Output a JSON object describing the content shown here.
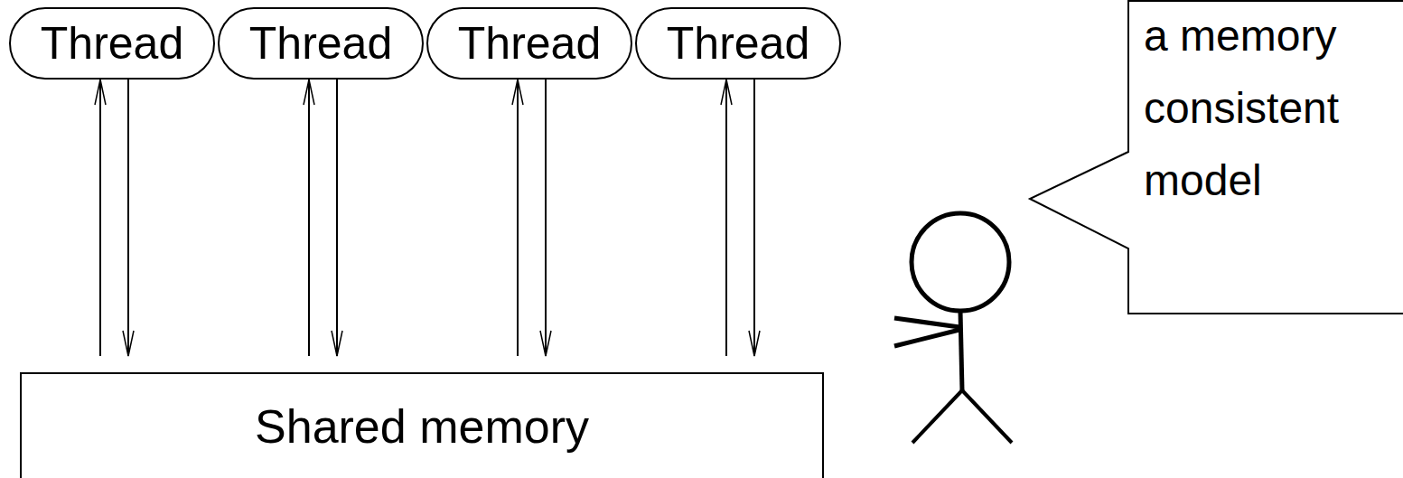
{
  "diagram": {
    "nodes": [
      {
        "text": [
          "Thread"
        ]
      },
      {
        "text": [
          "Thread"
        ]
      },
      {
        "text": [
          "Thread"
        ]
      },
      {
        "text": [
          "Thread"
        ]
      },
      {
        "text": [
          "Shared memory"
        ]
      },
      {
        "text": [
          "a memory consistent model"
        ]
      }
    ],
    "edges": [
      {
        "from": 4,
        "to": 0,
        "arrow": "to"
      },
      {
        "from": 0,
        "to": 4,
        "arrow": "to"
      },
      {
        "from": 4,
        "to": 1,
        "arrow": "to"
      },
      {
        "from": 1,
        "to": 4,
        "arrow": "to"
      },
      {
        "from": 4,
        "to": 2,
        "arrow": "to"
      },
      {
        "from": 2,
        "to": 4,
        "arrow": "to"
      },
      {
        "from": 4,
        "to": 3,
        "arrow": "to"
      },
      {
        "from": 3,
        "to": 4,
        "arrow": "to"
      }
    ]
  }
}
